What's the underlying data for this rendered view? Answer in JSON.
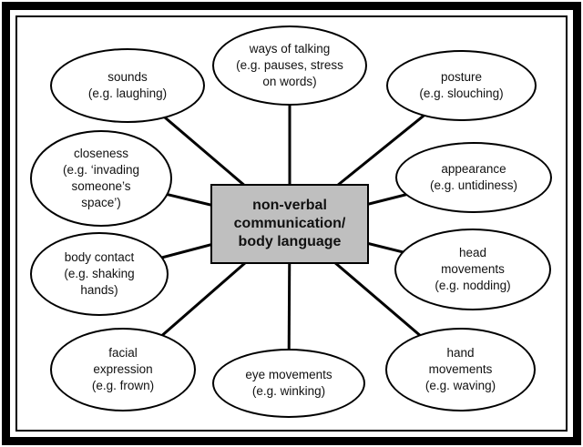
{
  "title": "non-verbal communication / body language spider diagram",
  "center": {
    "label": "non-verbal communication/ body language"
  },
  "nodes": [
    {
      "id": "sounds",
      "title": "sounds",
      "example": "(e.g. laughing)"
    },
    {
      "id": "ways-of-talking",
      "title": "ways of talking",
      "example": "(e.g. pauses, stress on words)"
    },
    {
      "id": "posture",
      "title": "posture",
      "example": "(e.g. slouching)"
    },
    {
      "id": "closeness",
      "title": "closeness",
      "example": "(e.g. ‘invading someone’s space’)"
    },
    {
      "id": "appearance",
      "title": "appearance",
      "example": "(e.g. untidiness)"
    },
    {
      "id": "body-contact",
      "title": "body contact",
      "example": "(e.g. shaking hands)"
    },
    {
      "id": "head-movements",
      "title": "head movements",
      "example": "(e.g. nodding)"
    },
    {
      "id": "facial-expression",
      "title": "facial expression",
      "example": "(e.g. frown)"
    },
    {
      "id": "eye-movements",
      "title": "eye movements",
      "example": "(e.g. winking)"
    },
    {
      "id": "hand-movements",
      "title": "hand movements",
      "example": "(e.g. waving)"
    }
  ],
  "colors": {
    "center_fill": "#bfbfbf",
    "node_fill": "#ffffff",
    "line": "#000000",
    "border": "#000000"
  }
}
